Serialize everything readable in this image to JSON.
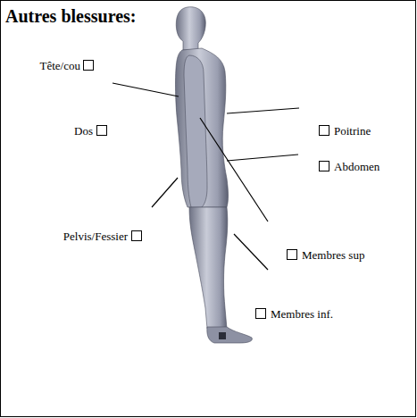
{
  "diagram": {
    "title": "Autres blessures:",
    "labels": [
      "Tête/cou",
      "Dos",
      "Poitrine",
      "Abdomen",
      "Pelvis/Fessier",
      "Membres sup",
      "Membres inf."
    ]
  }
}
